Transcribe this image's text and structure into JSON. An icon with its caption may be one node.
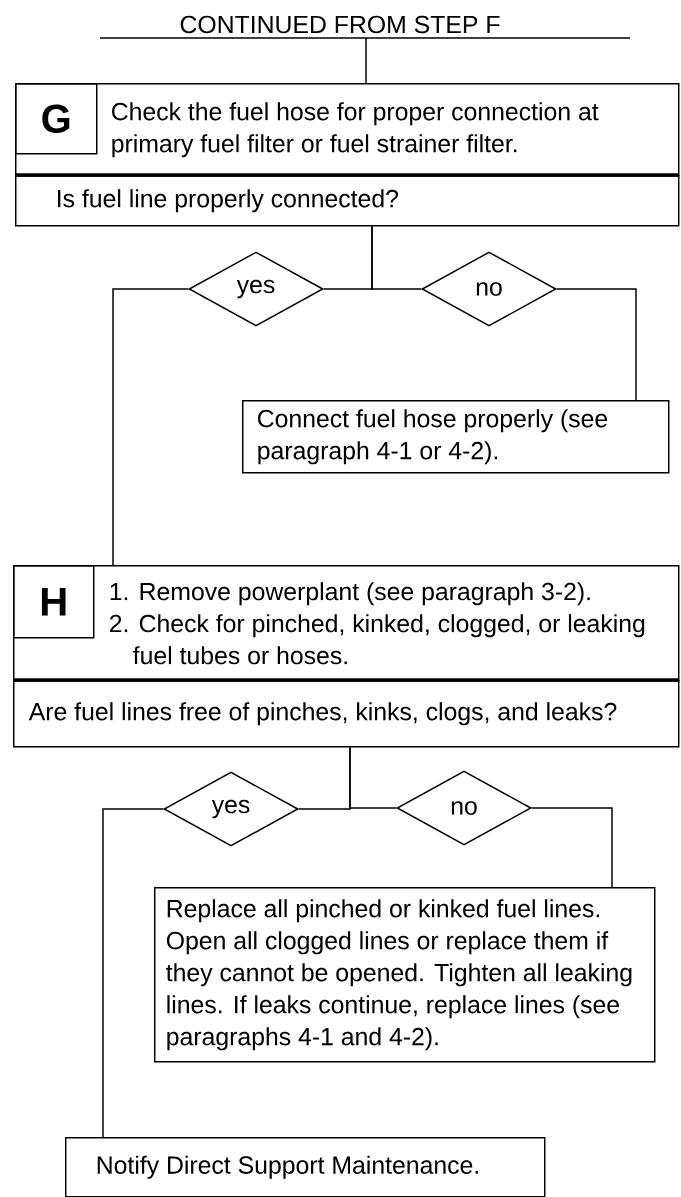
{
  "diagram": {
    "nodes": [
      {
        "text": [
          "CONTINUED FROM STEP F"
        ]
      },
      {
        "text": [
          "Check the fuel hose for proper connection at primary fuel filter or fuel strainer filter."
        ]
      },
      {
        "text": [
          "G"
        ],
        "in": 1
      },
      {
        "text": [
          "Is fuel line properly connected?"
        ]
      },
      {
        "text": [
          "yes"
        ]
      },
      {
        "text": [
          "no"
        ]
      },
      {
        "text": [
          "Connect fuel hose properly (see paragraph 4-1 or 4-2)."
        ]
      },
      {
        "text": [
          "1. Remove powerplant (see paragraph 3-2).",
          "2. Check for pinched, kinked, clogged, or leaking fuel tubes or hoses."
        ]
      },
      {
        "text": [
          "H"
        ],
        "in": 7
      },
      {
        "text": [
          "Are fuel lines free of pinches, kinks, clogs, and leaks?"
        ]
      },
      {
        "text": [
          "yes"
        ]
      },
      {
        "text": [
          "no"
        ]
      },
      {
        "text": [
          "Replace all pinched or kinked fuel lines. Open all clogged lines or replace them if they cannot be opened. Tighten all leaking lines. If leaks continue, replace lines (see paragraphs 4-1 and 4-2)."
        ]
      },
      {
        "text": [
          "Notify Direct Support Maintenance."
        ]
      }
    ],
    "edges": [
      {
        "from": 0,
        "to": 1,
        "arrow": "none"
      },
      {
        "from": 3,
        "to": 4,
        "arrow": "none"
      },
      {
        "from": 3,
        "to": 5,
        "arrow": "none"
      },
      {
        "from": 4,
        "to": 7,
        "arrow": "none"
      },
      {
        "from": 5,
        "to": 6,
        "arrow": "none"
      },
      {
        "from": 9,
        "to": 10,
        "arrow": "none"
      },
      {
        "from": 9,
        "to": 11,
        "arrow": "none"
      },
      {
        "from": 10,
        "to": 13,
        "arrow": "none"
      },
      {
        "from": 11,
        "to": 12,
        "arrow": "none"
      }
    ]
  }
}
